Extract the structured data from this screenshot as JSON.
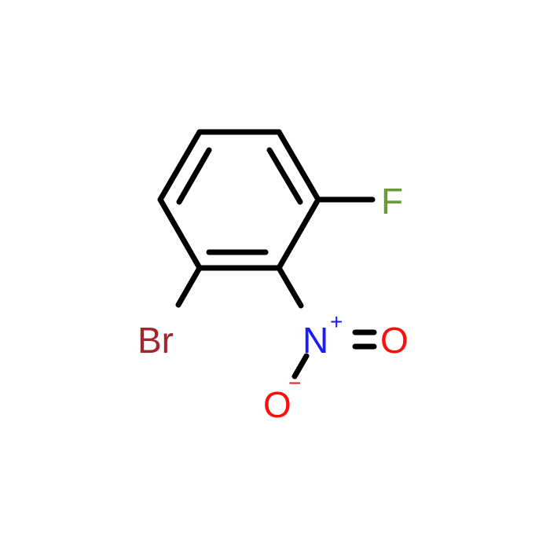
{
  "molecule": {
    "atoms": {
      "fluorine": {
        "label": "F",
        "color": "#6a9a3a"
      },
      "bromine": {
        "label": "Br",
        "color": "#a0282d"
      },
      "nitrogen": {
        "label": "N",
        "color": "#1a1aff"
      },
      "oxygen_double": {
        "label": "O",
        "color": "#ff0d0d"
      },
      "oxygen_single": {
        "label": "O",
        "color": "#ff0d0d"
      }
    },
    "charges": {
      "nitrogen_charge": "+",
      "oxygen_charge": "−"
    },
    "bond_color": "#000000"
  }
}
